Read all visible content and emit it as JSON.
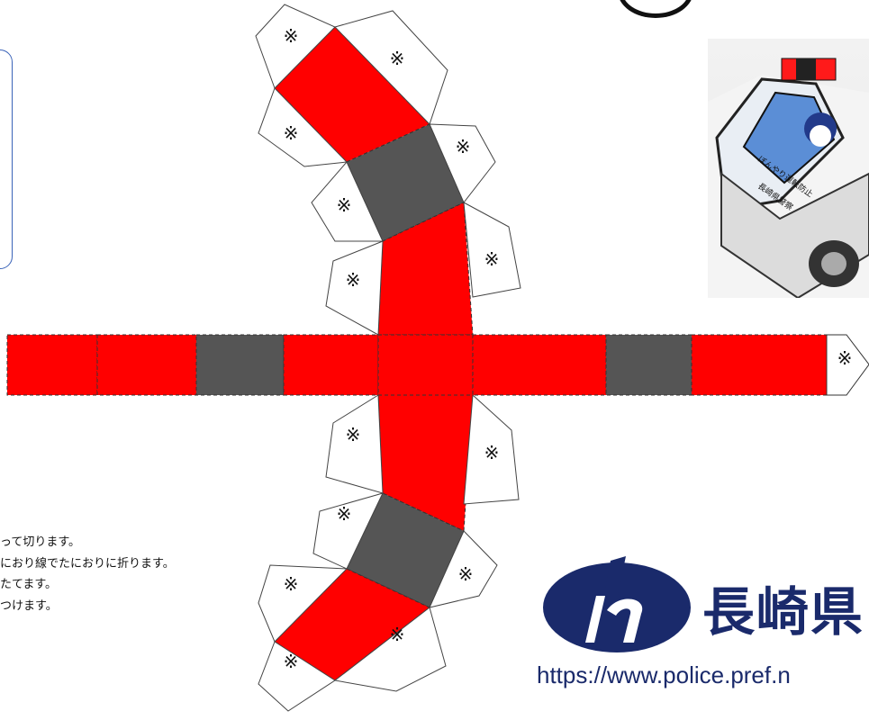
{
  "net": {
    "glue_mark": "※",
    "colors": {
      "red": "#ff0000",
      "gray": "#555555",
      "outline": "#333333"
    }
  },
  "instructions": [
    "って切ります。",
    "におり線でたにおりに折ります。",
    "たてます。",
    "つけます。"
  ],
  "logo": {
    "name": "長崎県",
    "url": "https://www.police.pref.n"
  },
  "photo": {
    "signs": [
      "ぼんやり運転防止",
      "長崎県警察"
    ]
  }
}
